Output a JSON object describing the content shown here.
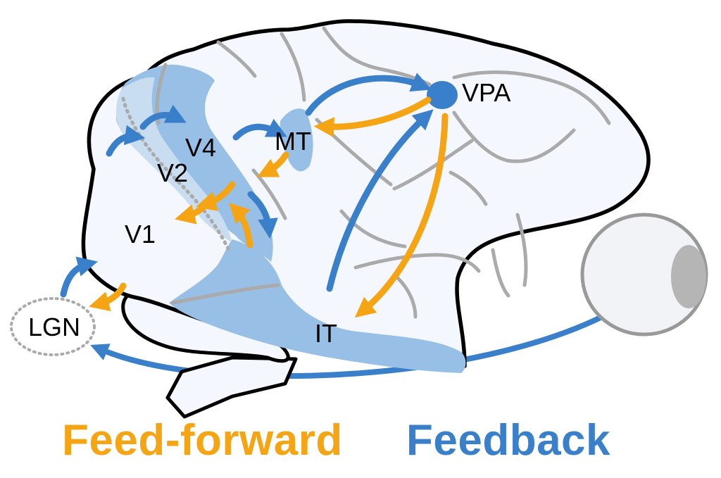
{
  "colors": {
    "feedforward": "#f5a514",
    "feedback": "#3a7fc9",
    "visual_area_fill": "#98bfe6",
    "visual_area_fill_light": "#c9ddf1",
    "brain_fill": "#f4f7fd",
    "sulcus": "#aaaaaa",
    "outline": "#000000",
    "eye": "#f2f3f7",
    "pupil": "#b5b5b5"
  },
  "regions": {
    "vpa": "VPA",
    "mt": "MT",
    "v4": "V4",
    "v2": "V2",
    "v1": "V1",
    "lgn": "LGN",
    "it": "IT"
  },
  "legend": {
    "feedforward": "Feed-forward",
    "feedback": "Feedback"
  }
}
